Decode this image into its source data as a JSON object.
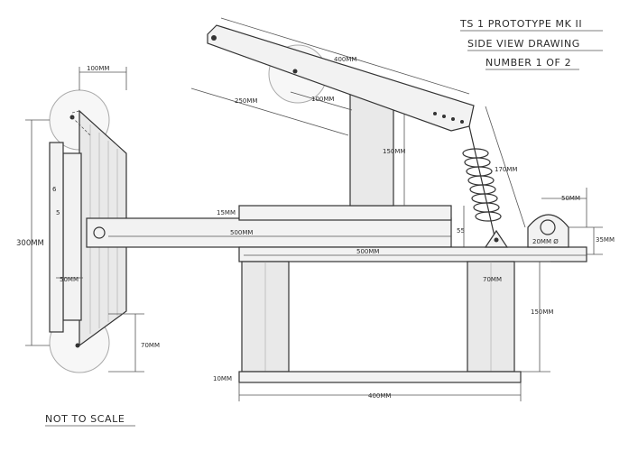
{
  "title": {
    "line1": "TS 1 PROTOTYPE MK II",
    "line2": "SIDE VIEW DRAWING",
    "line3": "NUMBER 1 OF 2"
  },
  "note": "NOT TO SCALE",
  "dimensions": {
    "arm_length": "400MM",
    "arm_pivot_offset": "250MM",
    "arm_end_offset": "100MM",
    "post_height": "150MM",
    "spring_length": "170MM",
    "bracket_width": "50MM",
    "bracket_height": "35MM",
    "bracket_hole": "20MM Ø",
    "top_thickness": "15MM",
    "top_height": "55",
    "beam_length": "500MM",
    "base_length": "500MM",
    "leg_width": "70MM",
    "leg_height": "150MM",
    "bottom_thickness": "10MM",
    "frame_length": "400MM",
    "plate_width": "100MM",
    "plate_height": "300MM",
    "plate_small_a": "6",
    "plate_small_b": "5",
    "plate_inner": "50MM",
    "wheel_offset": "70MM"
  }
}
